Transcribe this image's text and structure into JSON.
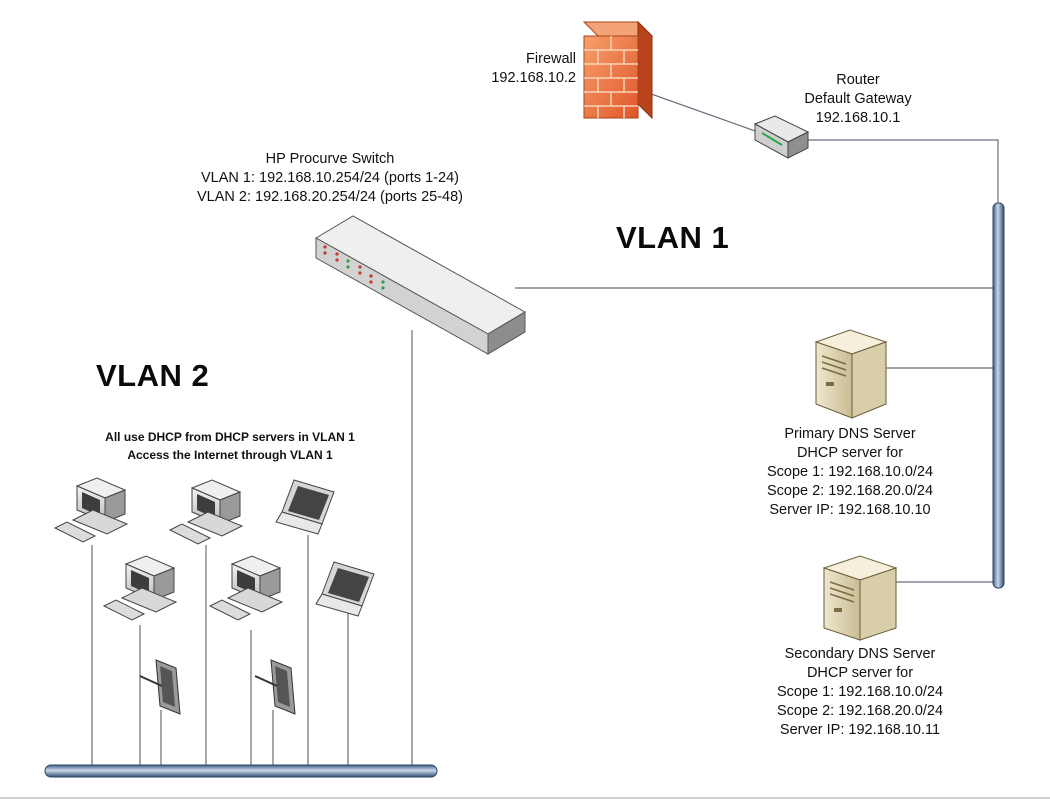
{
  "firewall": {
    "name": "Firewall",
    "ip": "192.168.10.2"
  },
  "router": {
    "name": "Router",
    "role": "Default Gateway",
    "ip": "192.168.10.1"
  },
  "switch": {
    "name": "HP Procurve Switch",
    "vlan1": "VLAN 1: 192.168.10.254/24 (ports 1-24)",
    "vlan2": "VLAN 2: 192.168.20.254/24 (ports 25-48)"
  },
  "vlan1_label": "VLAN 1",
  "vlan2_label": "VLAN 2",
  "vlan2_note": {
    "line1": "All use DHCP from DHCP servers in VLAN 1",
    "line2": "Access the Internet through VLAN 1"
  },
  "primary_server": {
    "name": "Primary DNS Server",
    "role": "DHCP server for",
    "scope1": "Scope 1: 192.168.10.0/24",
    "scope2": "Scope 2: 192.168.20.0/24",
    "ip": "Server IP: 192.168.10.10"
  },
  "secondary_server": {
    "name": "Secondary DNS Server",
    "role": "DHCP server for",
    "scope1": "Scope 1: 192.168.10.0/24",
    "scope2": "Scope 2: 192.168.20.0/24",
    "ip": "Server IP: 192.168.10.11"
  }
}
